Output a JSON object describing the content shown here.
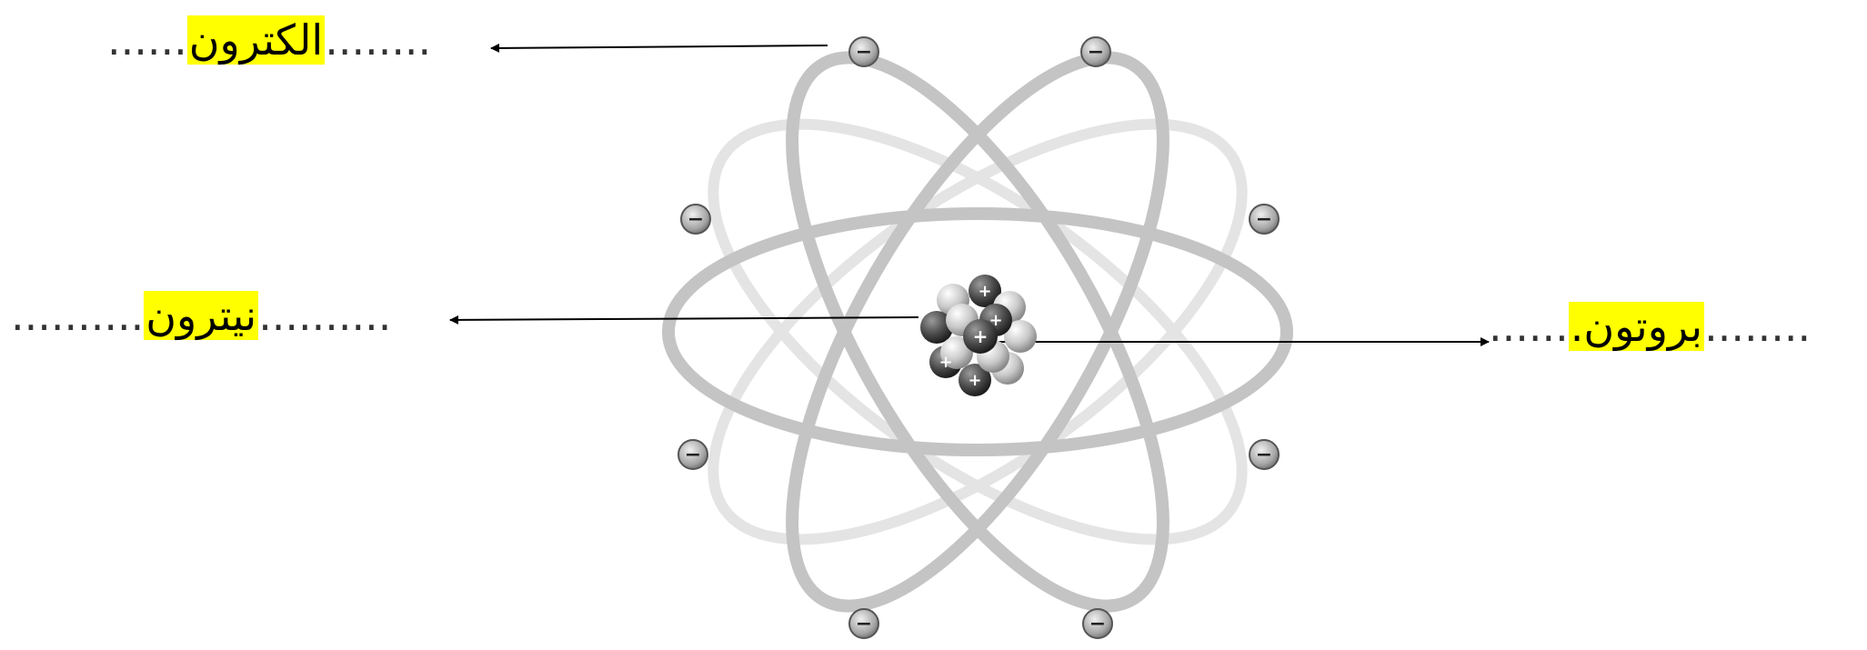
{
  "labels": {
    "electron": {
      "dots_before": "......",
      "word": "الكترون",
      "dots_after": "........"
    },
    "neutron": {
      "dots_before": "..........",
      "word": "نيترون",
      "dots_after": ".........."
    },
    "proton": {
      "dots_before": "......",
      "word": ".بروتون",
      "dots_after": "........"
    }
  },
  "symbols": {
    "electron": "−",
    "proton": "+"
  },
  "colors": {
    "highlight": "#ffff00",
    "orbit": "#c4c4c4",
    "arrow": "#000000"
  }
}
